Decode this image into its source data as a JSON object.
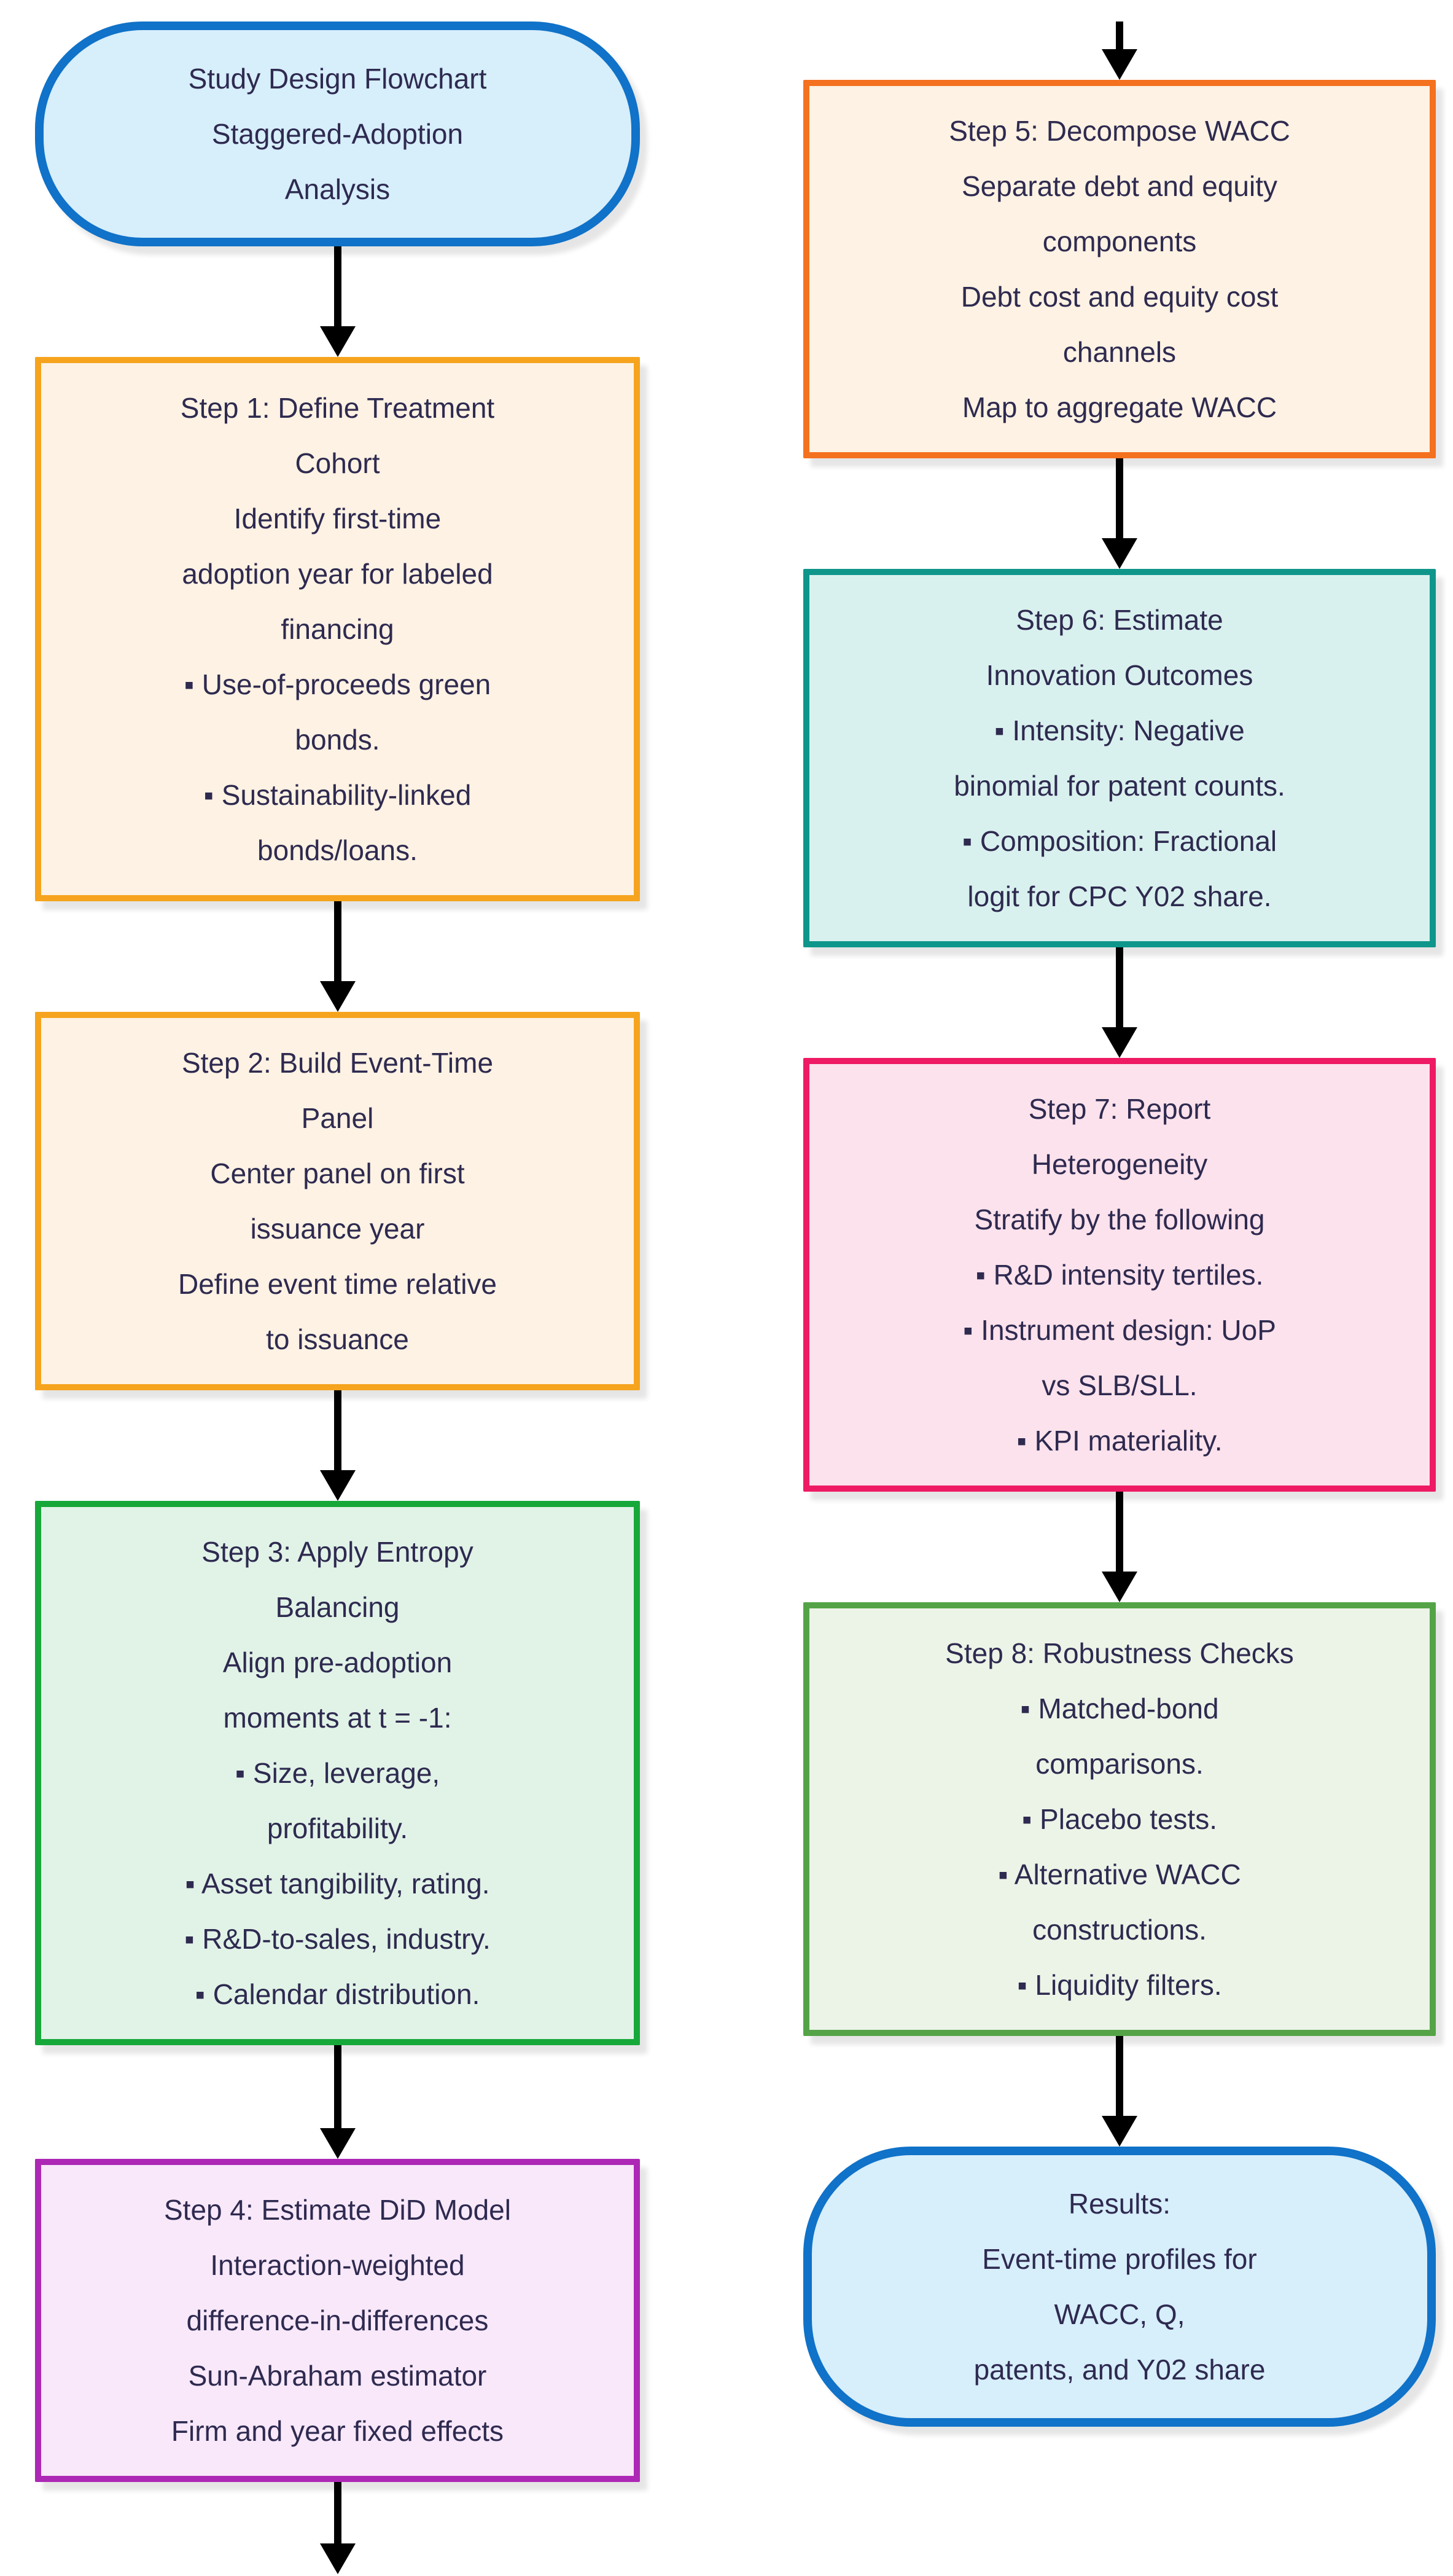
{
  "flowchart": {
    "text_color": "#2e2a50",
    "arrow_color": "#000000",
    "nodes": [
      {
        "id": "start",
        "shape": "stadium",
        "text": "Study Design Flowchart\nStaggered-Adoption\nAnalysis",
        "border_color": "#1072c8",
        "fill_color": "#d7eefb"
      },
      {
        "id": "step-1",
        "shape": "rect",
        "text": "Step 1: Define Treatment\nCohort\nIdentify first-time\nadoption year for labeled\nfinancing\n▪ Use-of-proceeds green\nbonds.\n▪ Sustainability-linked\nbonds/loans.",
        "border_color": "#f6a41e",
        "fill_color": "#fdf2e3"
      },
      {
        "id": "step-2",
        "shape": "rect",
        "text": "Step 2: Build Event-Time\nPanel\nCenter panel on first\nissuance year\nDefine event time relative\nto issuance",
        "border_color": "#f6a41e",
        "fill_color": "#fdf2e3"
      },
      {
        "id": "step-3",
        "shape": "rect",
        "text": "Step 3: Apply Entropy\nBalancing\nAlign pre-adoption\nmoments at t = -1:\n▪ Size, leverage,\nprofitability.\n▪ Asset tangibility, rating.\n▪ R&D-to-sales, industry.\n▪ Calendar distribution.",
        "border_color": "#17a83a",
        "fill_color": "#e1f3e7"
      },
      {
        "id": "step-4",
        "shape": "rect",
        "text": "Step 4: Estimate DiD Model\nInteraction-weighted\ndifference-in-differences\nSun-Abraham estimator\nFirm and year fixed effects",
        "border_color": "#ad28b5",
        "fill_color": "#f8e8f9"
      },
      {
        "id": "step-5",
        "shape": "rect",
        "text": "Step 5: Decompose WACC\nSeparate debt and equity\ncomponents\nDebt cost and equity cost\nchannels\nMap to aggregate WACC",
        "border_color": "#f4711f",
        "fill_color": "#fdf2e3"
      },
      {
        "id": "step-6",
        "shape": "rect",
        "text": "Step 6: Estimate\nInnovation Outcomes\n▪ Intensity: Negative\nbinomial for patent counts.\n▪ Composition: Fractional\nlogit for CPC Y02 share.",
        "border_color": "#0f968b",
        "fill_color": "#d9f1ee"
      },
      {
        "id": "step-7",
        "shape": "rect",
        "text": "Step 7: Report\nHeterogeneity\nStratify by the following\n▪ R&D intensity tertiles.\n▪ Instrument design: UoP\nvs SLB/SLL.\n▪ KPI materiality.",
        "border_color": "#ee1a64",
        "fill_color": "#fce2ec"
      },
      {
        "id": "step-8",
        "shape": "rect",
        "text": "Step 8: Robustness Checks\n▪ Matched-bond\ncomparisons.\n▪ Placebo tests.\n▪ Alternative WACC\nconstructions.\n▪ Liquidity filters.",
        "border_color": "#54a447",
        "fill_color": "#ecf4e7"
      },
      {
        "id": "results",
        "shape": "stadium",
        "text": "Results:\nEvent-time profiles for\nWACC, Q,\npatents, and Y02 share",
        "border_color": "#1072c8",
        "fill_color": "#d7eefb"
      }
    ]
  }
}
